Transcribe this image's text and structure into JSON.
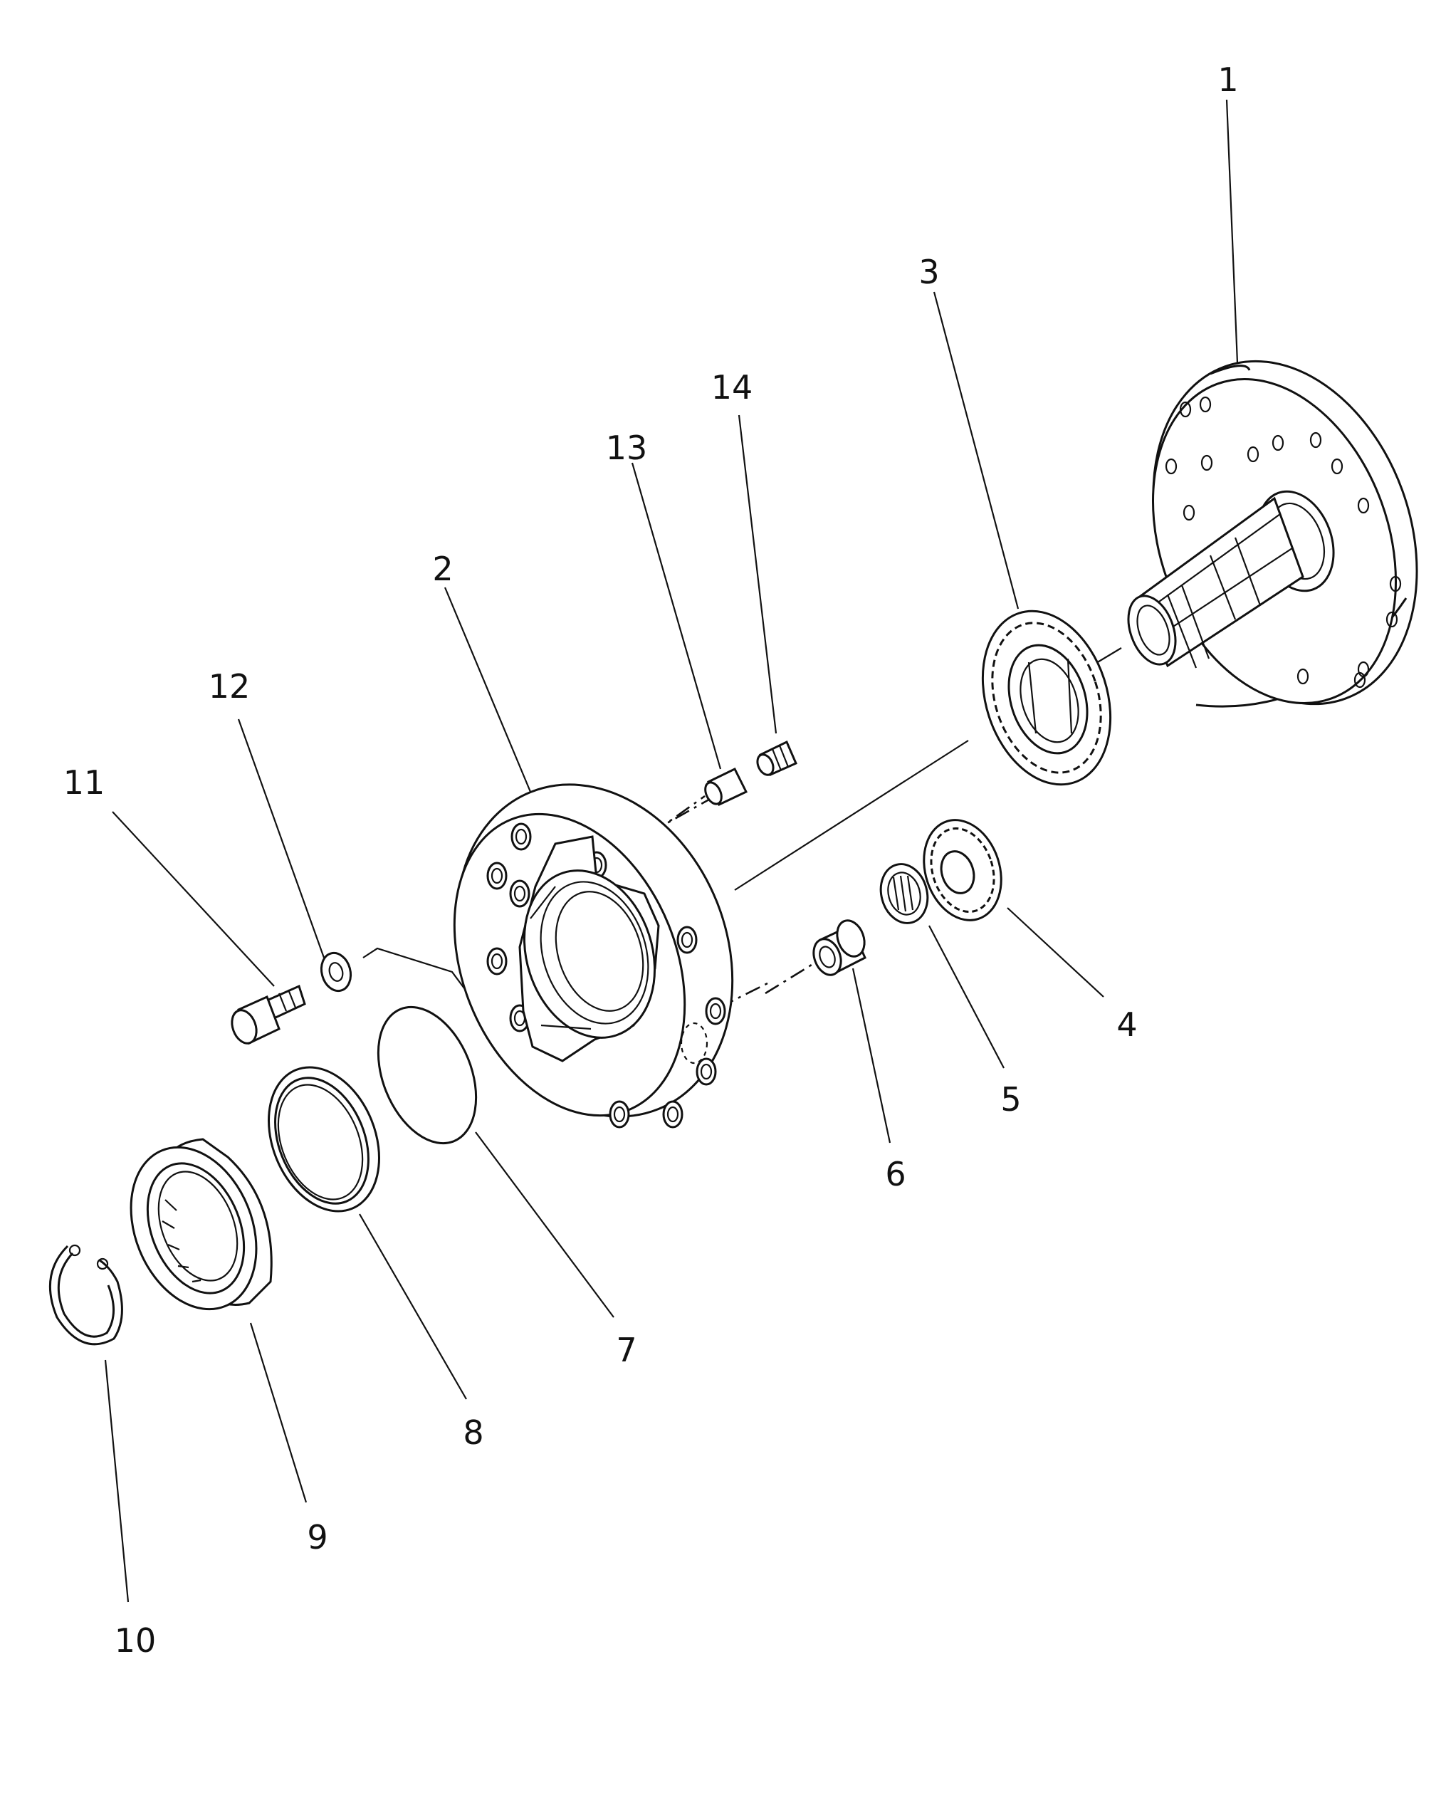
{
  "diagram": {
    "type": "exploded-parts-view",
    "callouts": [
      {
        "id": "1",
        "label": "1"
      },
      {
        "id": "2",
        "label": "2"
      },
      {
        "id": "3",
        "label": "3"
      },
      {
        "id": "4",
        "label": "4"
      },
      {
        "id": "5",
        "label": "5"
      },
      {
        "id": "6",
        "label": "6"
      },
      {
        "id": "7",
        "label": "7"
      },
      {
        "id": "8",
        "label": "8"
      },
      {
        "id": "9",
        "label": "9"
      },
      {
        "id": "10",
        "label": "10"
      },
      {
        "id": "11",
        "label": "11"
      },
      {
        "id": "12",
        "label": "12"
      },
      {
        "id": "13",
        "label": "13"
      },
      {
        "id": "14",
        "label": "14"
      }
    ]
  }
}
